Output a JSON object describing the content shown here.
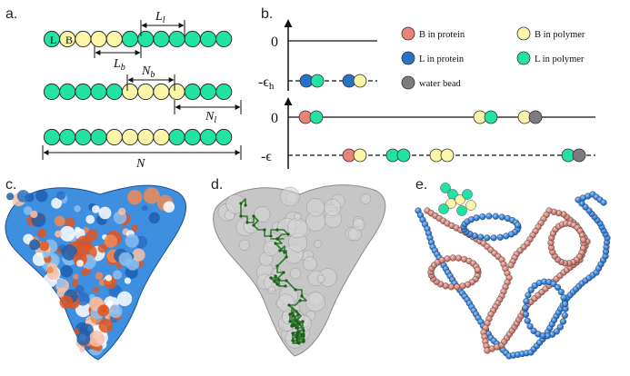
{
  "panels": {
    "a": "a.",
    "b": "b.",
    "c": "c.",
    "d": "d.",
    "e": "e."
  },
  "panel_a": {
    "bead_L": "L",
    "bead_B": "B",
    "dim_Ll": "L",
    "dim_Ll_sub": "l",
    "dim_Lb": "L",
    "dim_Lb_sub": "b",
    "dim_Nb": "N",
    "dim_Nb_sub": "b",
    "dim_Nl": "N",
    "dim_Nl_sub": "l",
    "dim_N": "N"
  },
  "panel_b": {
    "energy_zero_top": "0",
    "energy_eh": "-ϵ",
    "energy_eh_sub": "h",
    "energy_zero_bottom": "0",
    "energy_e": "-ϵ",
    "legend": [
      {
        "label": "B in protein",
        "color": "#e8837a"
      },
      {
        "label": "B in polymer",
        "color": "#fbf5a8"
      },
      {
        "label": "L in protein",
        "color": "#2872c8"
      },
      {
        "label": "L in polymer",
        "color": "#22e3a3"
      },
      {
        "label": "water bead",
        "color": "#7c7c80"
      }
    ]
  },
  "colors": {
    "L_polymer": "#22e3a3",
    "B_polymer": "#fbf5a8",
    "L_protein": "#2872c8",
    "B_protein": "#e8837a",
    "water": "#7c7c80",
    "surface_blue": "#3f8fe0",
    "surface_orange": "#e0561e",
    "polymer_green": "#2f7d2f",
    "surface_grey": "#bcbcbc"
  }
}
